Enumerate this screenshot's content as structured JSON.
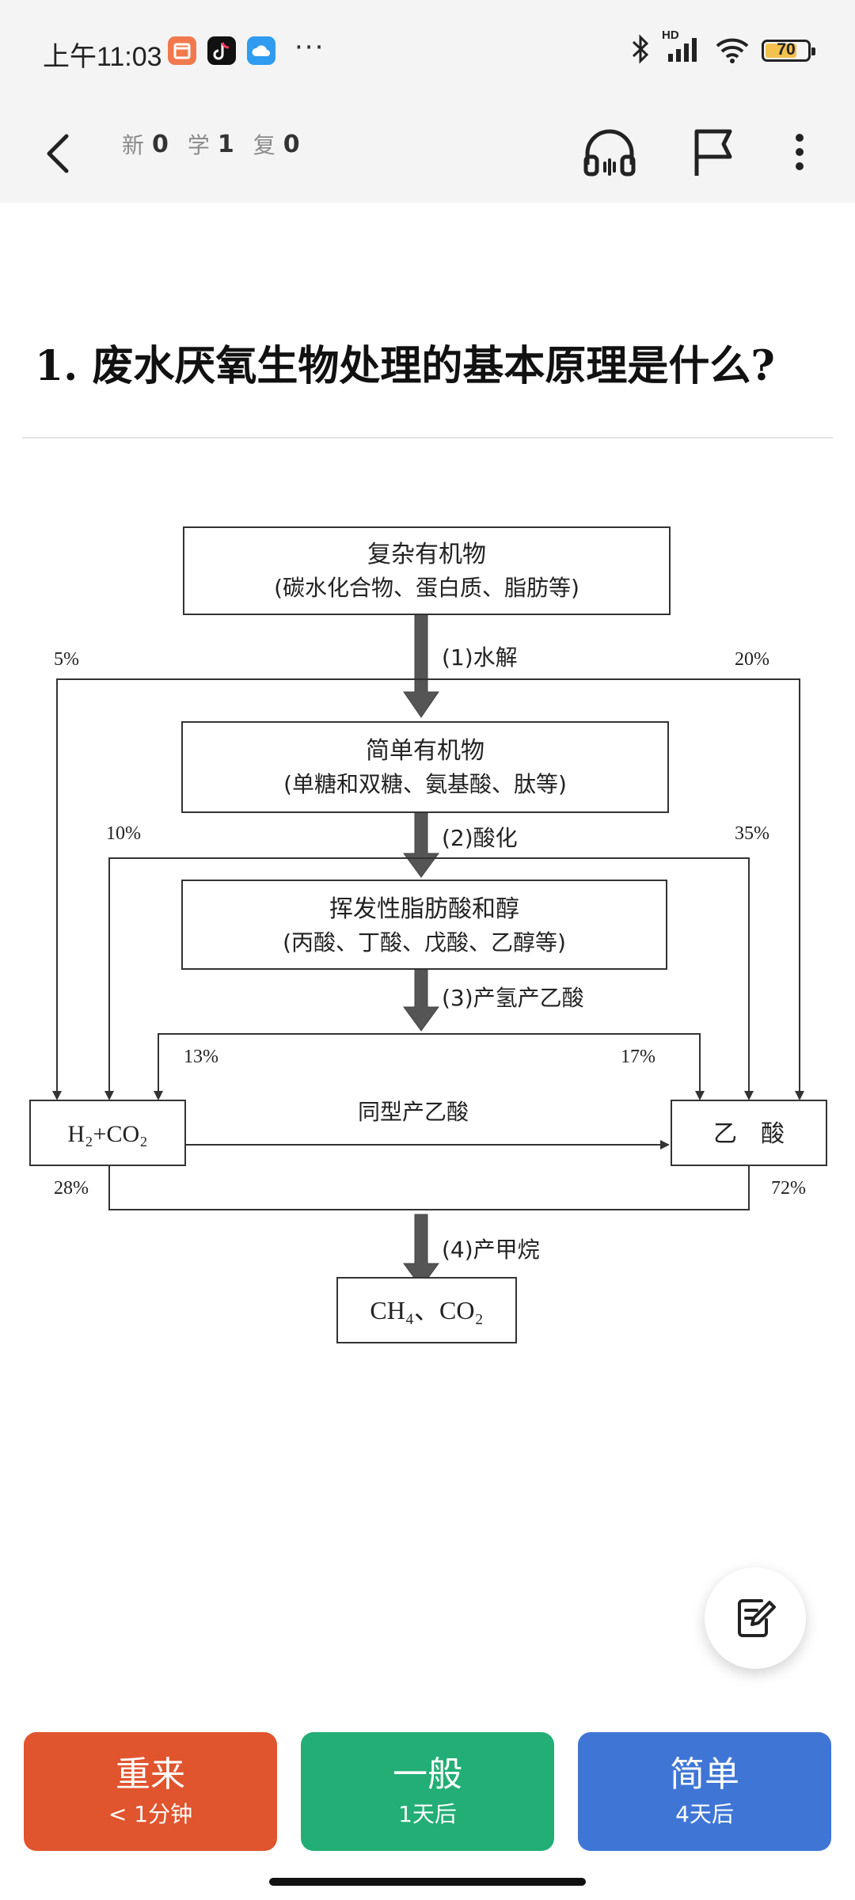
{
  "status_bar": {
    "time": "上午11:03",
    "dots": "···",
    "network": "HD",
    "battery": "70",
    "battery_level": 0.7
  },
  "nav": {
    "new_label": "新",
    "new_count": "0",
    "learn_label": "学",
    "learn_count": "1",
    "review_label": "复",
    "review_count": "0",
    "icons": [
      "back-icon",
      "headphones-icon",
      "flag-icon",
      "more-vertical-icon"
    ]
  },
  "question": {
    "title": "1. 废水厌氧生物处理的基本原理是什么?"
  },
  "diagram": {
    "box_complex_title": "复杂有机物",
    "box_complex_sub": "(碳水化合物、蛋白质、脂肪等)",
    "box_simple_title": "简单有机物",
    "box_simple_sub": "(单糖和双糖、氨基酸、肽等)",
    "box_vfa_title": "挥发性脂肪酸和醇",
    "box_vfa_sub": "(丙酸、丁酸、戊酸、乙醇等)",
    "step1": "(1)水解",
    "step2": "(2)酸化",
    "step3": "(3)产氢产乙酸",
    "step4": "(4)产甲烷",
    "homo": "同型产乙酸",
    "box_h2": "H₂+CO₂",
    "box_acetic": "乙　酸",
    "box_final": "CH₄、CO₂",
    "p5": "5%",
    "p20": "20%",
    "p10": "10%",
    "p35": "35%",
    "p13": "13%",
    "p17": "17%",
    "p28": "28%",
    "p72": "72%"
  },
  "buttons": {
    "again_label": "重来",
    "again_sub": "< 1分钟",
    "good_label": "一般",
    "good_sub": "1天后",
    "easy_label": "简单",
    "easy_sub": "4天后",
    "again_color": "#E0542E",
    "good_color": "#22AE74",
    "easy_color": "#3F76D6"
  },
  "fab_icon": "edit-note-icon"
}
